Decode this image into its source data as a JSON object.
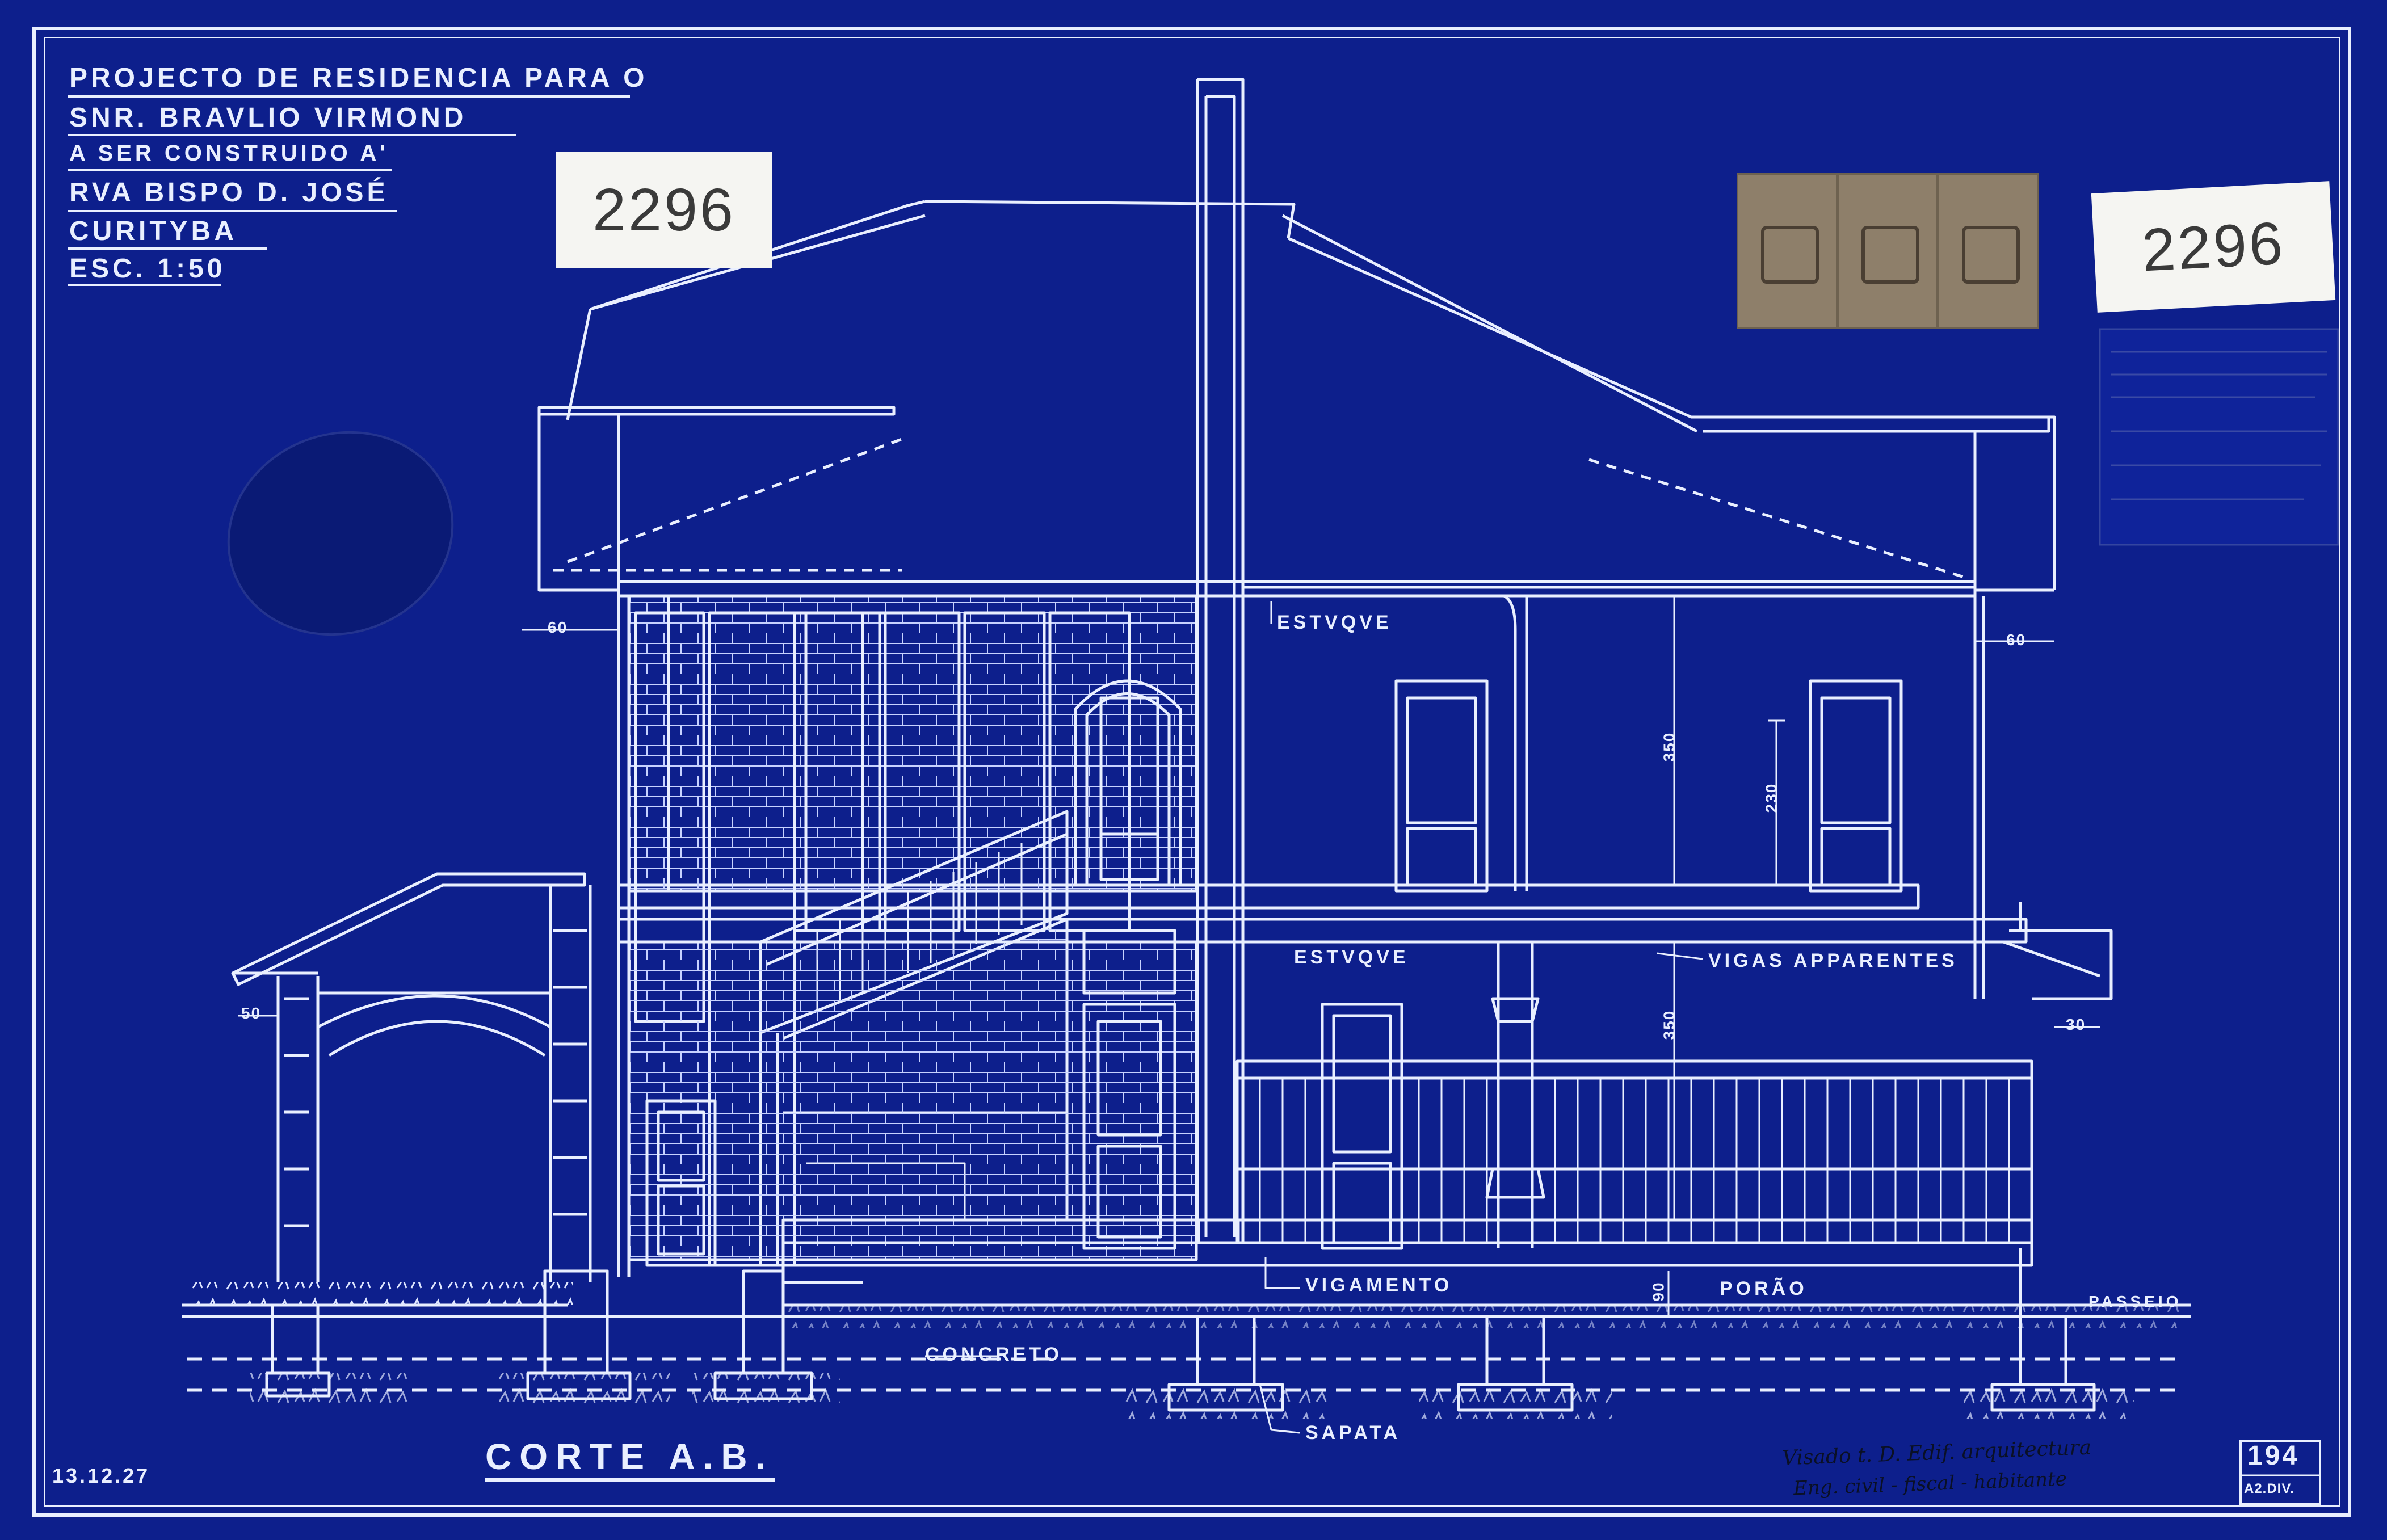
{
  "title_block": {
    "line1": "Projecto de Residencia para o",
    "line2": "Snr. Bravlio Virmond",
    "line3": "a ser construido a'",
    "line4": "Rva Bispo D. José",
    "line5": "Curityba",
    "line6": "Esc. 1:50"
  },
  "archive_tags": {
    "left": "2296",
    "right": "2296"
  },
  "labels": {
    "estuque_top": "Estvqve",
    "estuque_mid": "Estvqve",
    "vigas": "Vigas apparentes",
    "vigamento": "Vigamento",
    "porao": "Porão",
    "concreto": "Concreto",
    "passeio": "Passeio",
    "sapata": "Sapata",
    "section": "Corte A.B."
  },
  "dimensions": {
    "left_eave": "60",
    "right_eave": "60",
    "upper_height": "350",
    "upper_door": "230",
    "lower_height": "350",
    "porch_left": "50",
    "porch_right": "30",
    "basement": "90"
  },
  "footer": {
    "date": "13.12.27",
    "sheet_number": "194",
    "sheet_sub": "A2.Div.",
    "signature_line1": "Visado t. D. Edif. arquitectura",
    "signature_line2": "Eng. civil - fiscal - habitante"
  },
  "colors": {
    "paper": "#0d1f8c",
    "ink": "#e9efff",
    "tag": "#f5f5f2",
    "stamp": "#8e7f6a"
  }
}
